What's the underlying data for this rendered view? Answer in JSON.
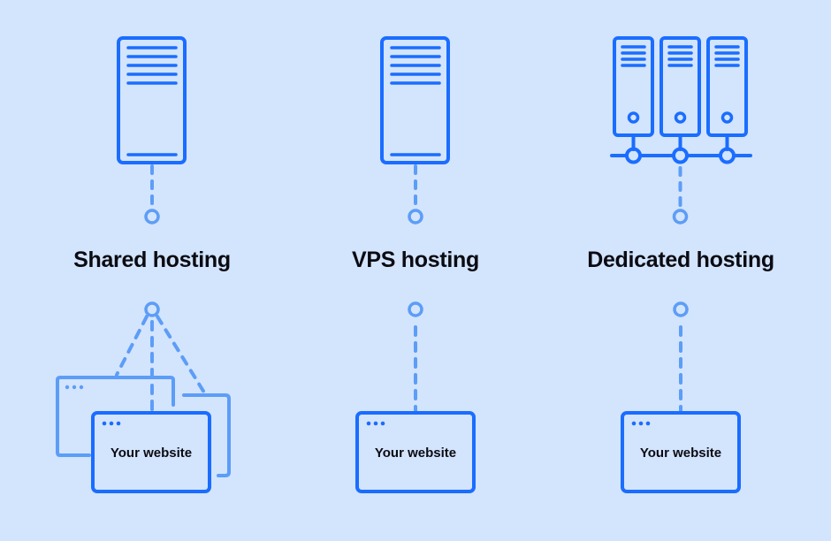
{
  "colors": {
    "background": "#D3E4FD",
    "primary": "#1A6DFF",
    "secondary": "#5C9DF7",
    "text": "#0B0B12"
  },
  "columns": [
    {
      "id": "shared",
      "title": "Shared hosting",
      "server_icon": "single-server-icon",
      "website_label": "Your website",
      "website_count": 3
    },
    {
      "id": "vps",
      "title": "VPS hosting",
      "server_icon": "single-server-icon",
      "website_label": "Your website",
      "website_count": 1
    },
    {
      "id": "dedicated",
      "title": "Dedicated hosting",
      "server_icon": "server-rack-icon",
      "website_label": "Your website",
      "website_count": 1
    }
  ]
}
